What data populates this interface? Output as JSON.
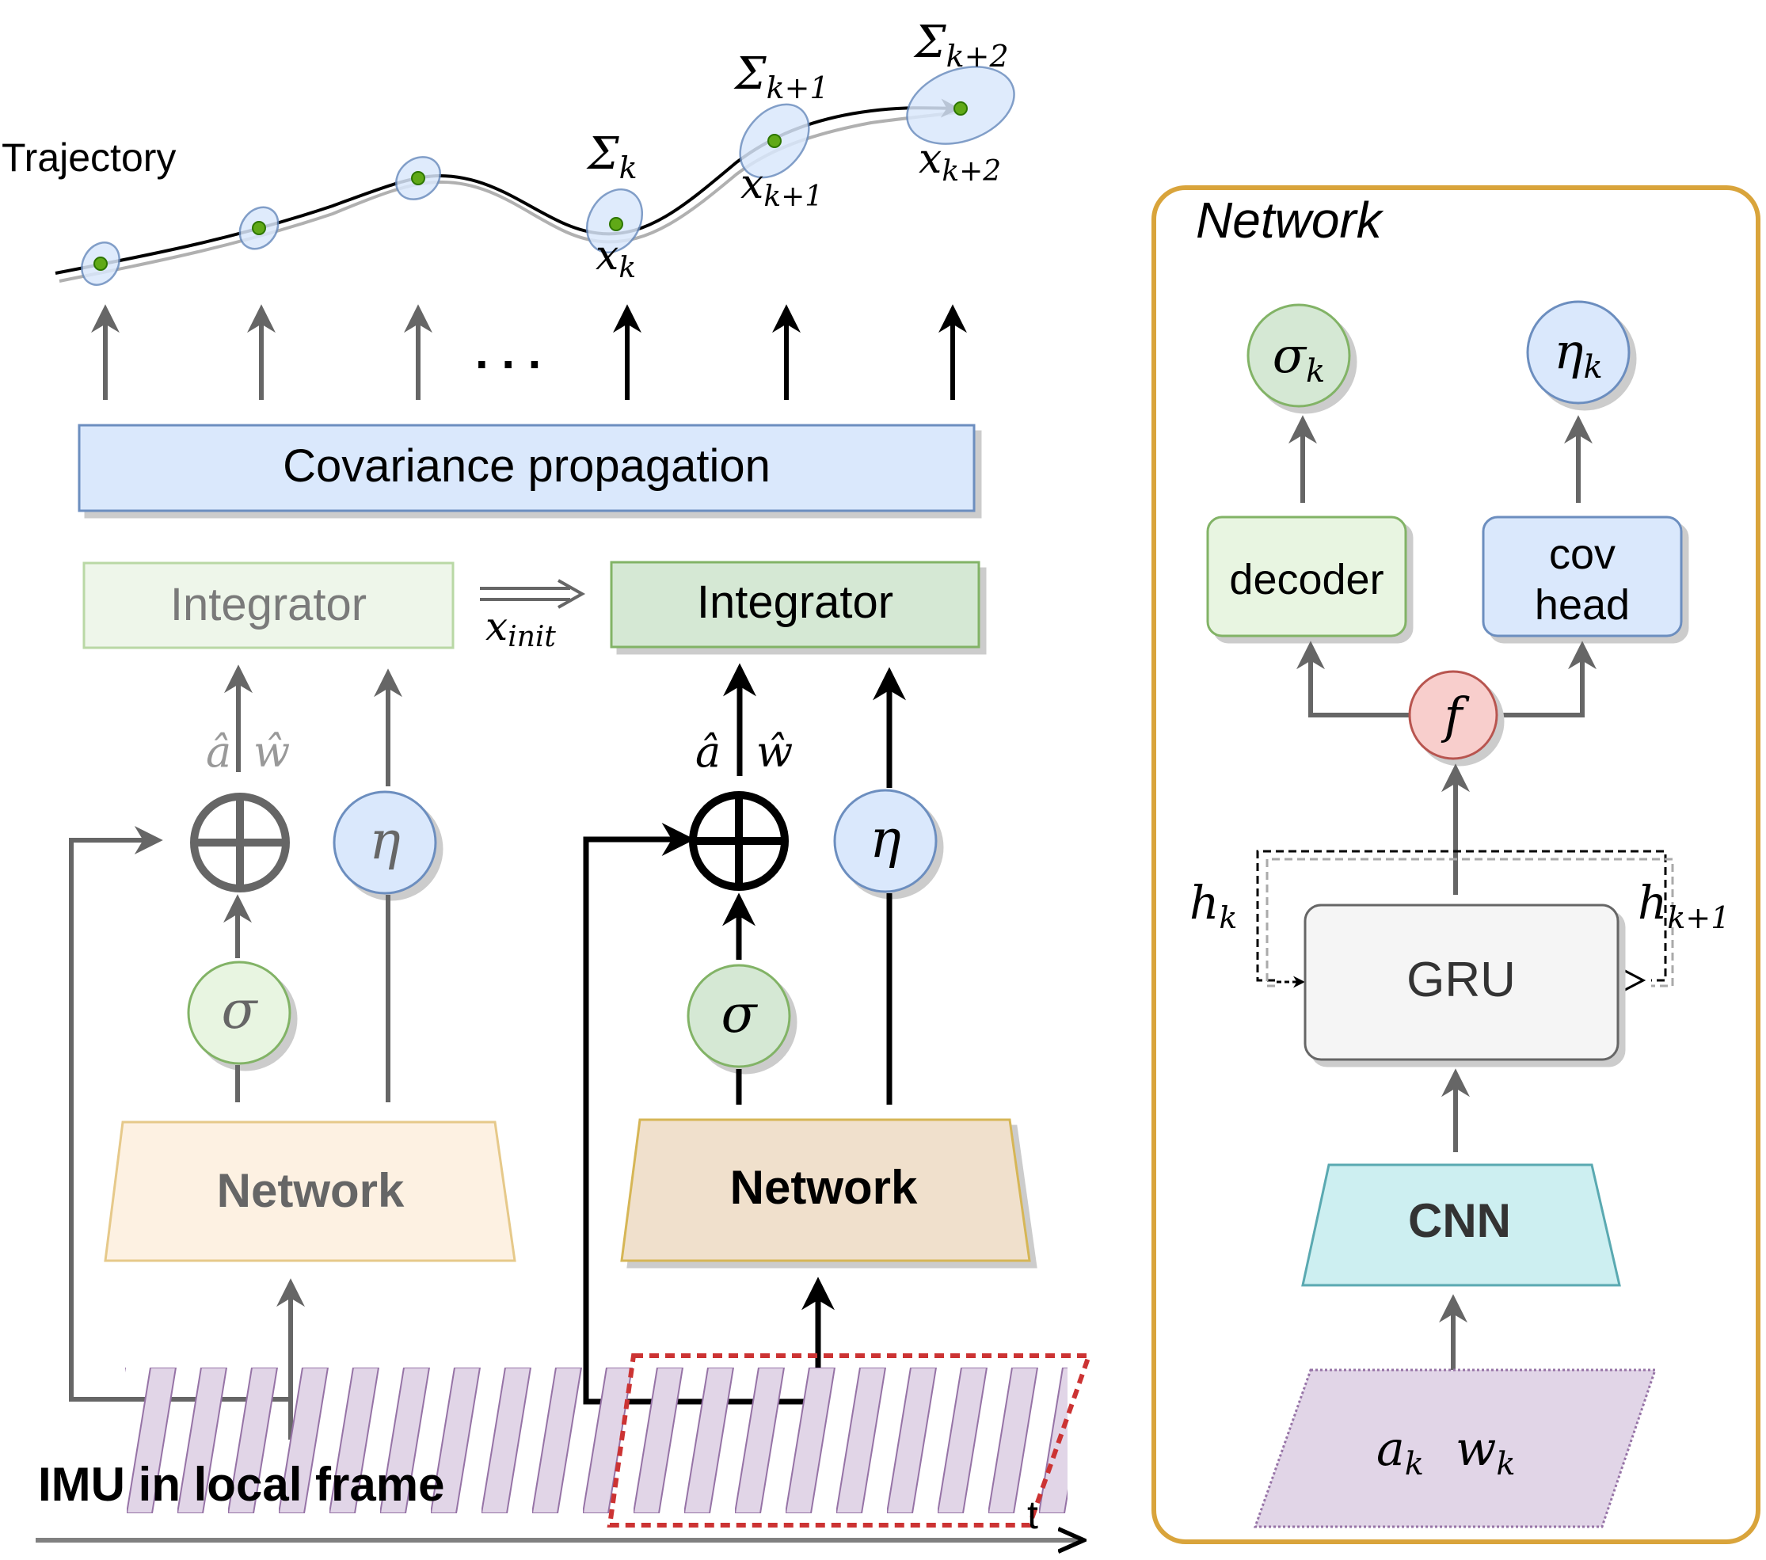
{
  "trajectory": {
    "label": "Trajectory",
    "sigma_k": "Σ",
    "sigma_k_sub": "k",
    "sigma_k1": "Σ",
    "sigma_k1_sub": "k+1",
    "sigma_k2": "Σ",
    "sigma_k2_sub": "k+2",
    "x_k": "x",
    "x_k_sub": "k",
    "x_k1": "x",
    "x_k1_sub": "k+1",
    "x_k2": "x",
    "x_k2_sub": "k+2"
  },
  "left": {
    "ellipsis": ". . .",
    "cov_prop": "Covariance propagation",
    "integrator_old": "Integrator",
    "integrator_new": "Integrator",
    "x_init": "x",
    "x_init_sub": "init",
    "a_hat": "â",
    "w_hat": "ŵ",
    "eta": "η",
    "sigma": "σ",
    "network_old": "Network",
    "network_new": "Network",
    "imu_label": "IMU in local frame",
    "t_label": "t"
  },
  "panel": {
    "title": "Network",
    "sigma_k": "σ",
    "sigma_k_sub": "k",
    "eta_k": "η",
    "eta_k_sub": "k",
    "decoder": "decoder",
    "cov_head_1": "cov",
    "cov_head_2": "head",
    "f": "f",
    "h_k": "h",
    "h_k_sub": "k",
    "h_k1": "h",
    "h_k1_sub": "k+1",
    "gru": "GRU",
    "cnn": "CNN",
    "a_k": "a",
    "a_k_sub": "k",
    "w_k": "w",
    "w_k_sub": "k"
  },
  "colors": {
    "green_fill": "#e8f5e1",
    "green_stroke": "#82b366",
    "blue_fill": "#dae8fc",
    "blue_stroke": "#6c8ebf",
    "orange_fill": "#fdf1e2",
    "orange_fill_dark": "#f0e0cc",
    "orange_stroke": "#d6b656",
    "red_fill": "#f8cecc",
    "red_stroke": "#b85450",
    "cyan_fill": "#cdeff1",
    "cyan_stroke": "#5aa9b1",
    "purple_fill": "#e1d5e7",
    "purple_stroke": "#9673a6",
    "panel_border": "#d9a43b",
    "gray": "#666666"
  }
}
